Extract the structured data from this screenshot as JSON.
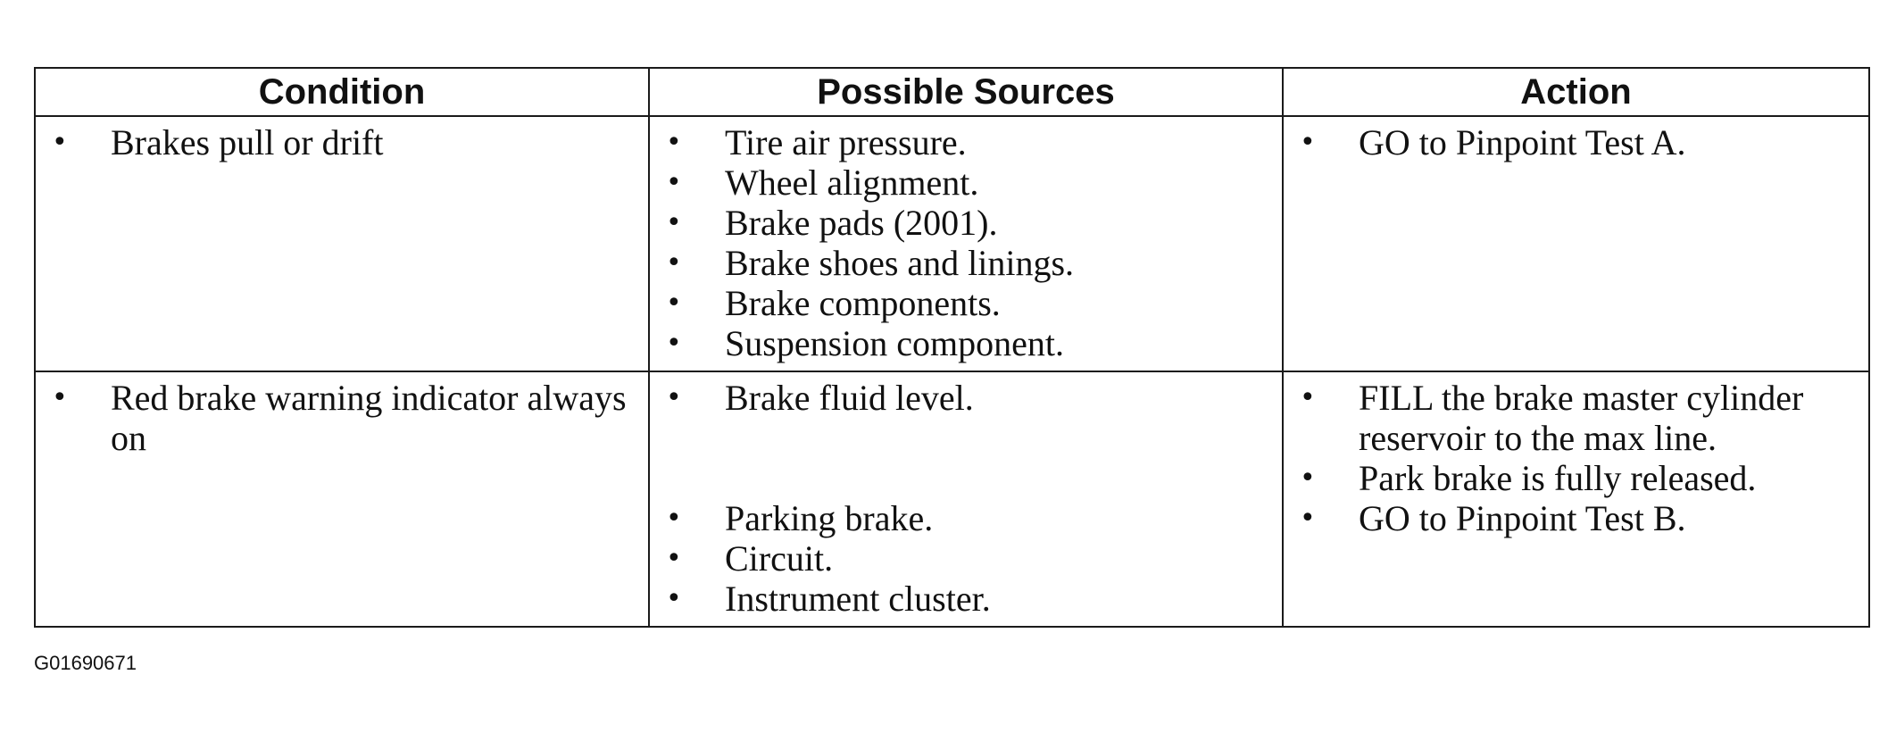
{
  "table": {
    "headers": [
      "Condition",
      "Possible Sources",
      "Action"
    ],
    "rows": [
      {
        "condition": [
          "Brakes pull or drift"
        ],
        "sources_group1": [
          "Tire air pressure.",
          "Wheel alignment.",
          "Brake pads (2001).",
          "Brake shoes and linings.",
          "Brake components.",
          "Suspension component."
        ],
        "actions": [
          "GO to Pinpoint Test A."
        ]
      },
      {
        "condition": [
          "Red brake warning indicator always on"
        ],
        "sources_group1": [
          "Brake fluid level."
        ],
        "sources_group2": [
          "Parking brake.",
          "Circuit.",
          "Instrument cluster."
        ],
        "actions": [
          "FILL the brake master cylinder reservoir to the max line.",
          "Park brake is fully released.",
          "GO to Pinpoint Test B."
        ]
      }
    ]
  },
  "bullet_glyph": "•",
  "figure_id": "G01690671"
}
